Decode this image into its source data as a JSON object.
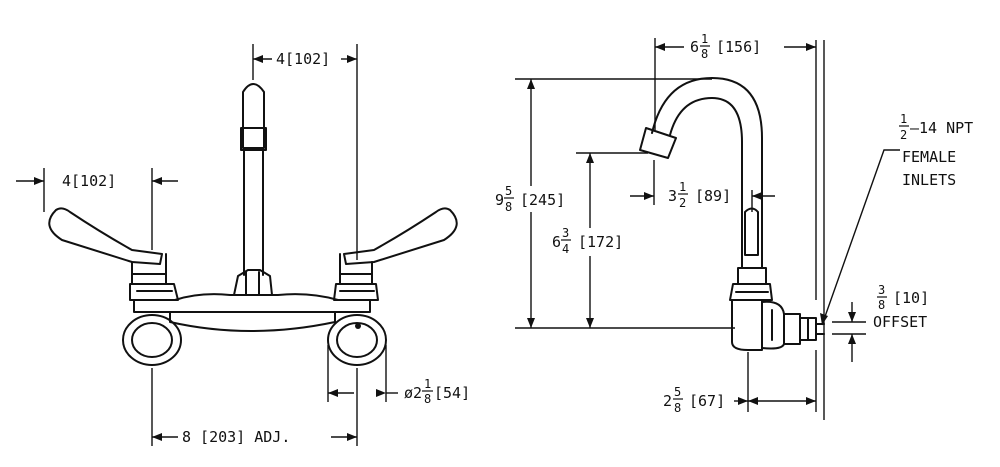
{
  "front_view": {
    "dim_handle_offset": "4[102]",
    "dim_spout_offset": "4[102]",
    "dim_centers": "8 [203] ADJ.",
    "dim_flange_prefix": "ø2",
    "dim_flange_num": "1",
    "dim_flange_den": "8",
    "dim_flange_metric": "[54]"
  },
  "side_view": {
    "dim_reach_whole": "6",
    "dim_reach_num": "1",
    "dim_reach_den": "8",
    "dim_reach_metric": "[156]",
    "dim_height_whole": "9",
    "dim_height_num": "5",
    "dim_height_den": "8",
    "dim_height_metric": "[245]",
    "dim_outlet_whole": "6",
    "dim_outlet_num": "3",
    "dim_outlet_den": "4",
    "dim_outlet_metric": "[172]",
    "dim_spout_whole": "3",
    "dim_spout_num": "1",
    "dim_spout_den": "2",
    "dim_spout_metric": "[89]",
    "dim_body_whole": "2",
    "dim_body_num": "5",
    "dim_body_den": "8",
    "dim_body_metric": "[67]",
    "inlet_num": "1",
    "inlet_den": "2",
    "inlet_line1": "–14 NPT",
    "inlet_line2": "FEMALE",
    "inlet_line3": "INLETS",
    "offset_num": "3",
    "offset_den": "8",
    "offset_metric": "[10]",
    "offset_label": "OFFSET"
  }
}
